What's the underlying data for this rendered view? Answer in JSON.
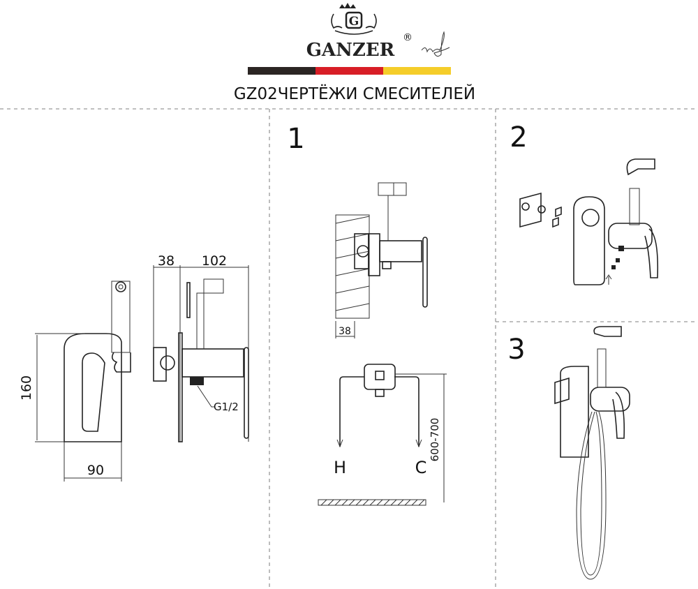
{
  "header": {
    "brand": "GANZER",
    "registered_mark": "®",
    "title": "GZ02ЧЕРТЁЖИ СМЕСИТЕЛЕЙ",
    "flag_colors": [
      "#2b2523",
      "#d81e26",
      "#f5cd2a"
    ]
  },
  "dimensions": {
    "depth_wall": "38",
    "depth_body": "102",
    "height": "160",
    "width": "90",
    "thread": "G1/2"
  },
  "steps": {
    "step1": "1",
    "step2": "2",
    "step3": "3",
    "step1_depth": "38",
    "hot_label": "H",
    "cold_label": "C",
    "install_height": "600-700"
  }
}
